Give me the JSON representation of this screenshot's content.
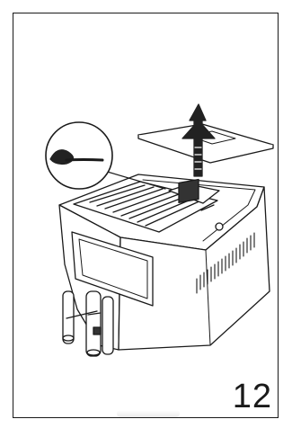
{
  "page": {
    "page_number": "12"
  },
  "illustration": {
    "subject": "coffee-machine-bean-hopper-lid-removal",
    "detail_icon": "measuring-spoon-icon",
    "arrow_direction": "up",
    "colors": {
      "line": "#1a1a1a",
      "arrow_fill": "#222222",
      "machine_fill": "#ffffff"
    }
  }
}
